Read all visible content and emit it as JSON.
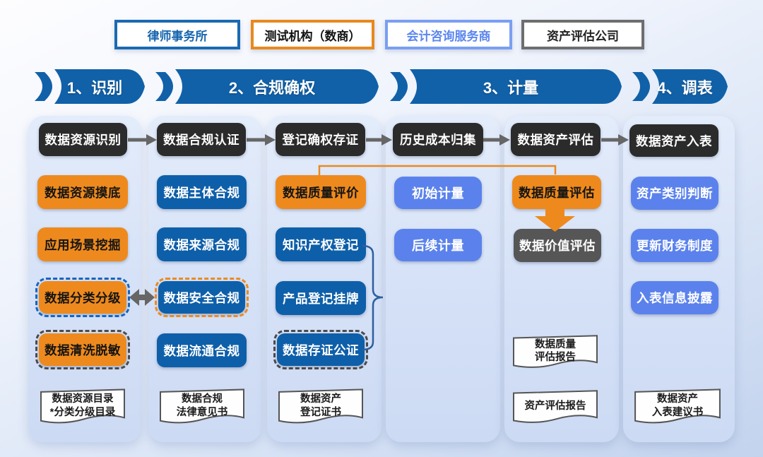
{
  "legend": {
    "items": [
      {
        "label": "律师事务所",
        "role": "law-firm",
        "color": "#1a6ab2"
      },
      {
        "label": "测试机构（数商）",
        "role": "testing-agency",
        "color": "#e8891d"
      },
      {
        "label": "会计咨询服务商",
        "role": "accounting-consulting-provider",
        "color": "#7a9ff2"
      },
      {
        "label": "资产评估公司",
        "role": "asset-appraisal-company",
        "color": "#6e6e6e"
      }
    ]
  },
  "phases": [
    {
      "label": "1、识别"
    },
    {
      "label": "2、合规确权"
    },
    {
      "label": "3、计量"
    },
    {
      "label": "4、调表"
    }
  ],
  "columns": [
    {
      "header": "数据资源识别",
      "items": [
        {
          "label": "数据资源摸底",
          "color_role": "orange"
        },
        {
          "label": "应用场景挖掘",
          "color_role": "orange"
        },
        {
          "label": "数据分类分级",
          "color_role": "orange",
          "border": "dashed-blue"
        },
        {
          "label": "数据清洗脱敏",
          "color_role": "orange",
          "border": "dashed-dark"
        }
      ],
      "docs": [
        {
          "line1": "数据资源目录",
          "line2": "*分类分级目录"
        }
      ]
    },
    {
      "header": "数据合规认证",
      "items": [
        {
          "label": "数据主体合规",
          "color_role": "blue"
        },
        {
          "label": "数据来源合规",
          "color_role": "blue"
        },
        {
          "label": "数据安全合规",
          "color_role": "blue",
          "border": "dashed-orange"
        },
        {
          "label": "数据流通合规",
          "color_role": "blue"
        }
      ],
      "docs": [
        {
          "line1": "数据合规",
          "line2": "法律意见书"
        }
      ]
    },
    {
      "header": "登记确权存证",
      "items": [
        {
          "label": "数据质量评价",
          "color_role": "orange"
        },
        {
          "label": "知识产权登记",
          "color_role": "blue"
        },
        {
          "label": "产品登记挂牌",
          "color_role": "blue"
        },
        {
          "label": "数据存证公证",
          "color_role": "blue",
          "border": "dashed-dark"
        }
      ],
      "docs": [
        {
          "line1": "数据资产",
          "line2": "登记证书"
        }
      ]
    },
    {
      "header": "历史成本归集",
      "items": [
        {
          "label": "初始计量",
          "color_role": "lightblue"
        },
        {
          "label": "后续计量",
          "color_role": "lightblue"
        }
      ],
      "docs": []
    },
    {
      "header": "数据资产评估",
      "items": [
        {
          "label": "数据质量评估",
          "color_role": "orange"
        },
        {
          "label": "数据价值评估",
          "color_role": "gray"
        }
      ],
      "docs": [
        {
          "line1": "数据质量",
          "line2": "评估报告"
        },
        {
          "line1": "资产评估报告",
          "line2": ""
        }
      ]
    },
    {
      "header": "数据资产入表",
      "items": [
        {
          "label": "资产类别判断",
          "color_role": "lightblue"
        },
        {
          "label": "更新财务制度",
          "color_role": "lightblue"
        },
        {
          "label": "入表信息披露",
          "color_role": "lightblue"
        }
      ],
      "docs": [
        {
          "line1": "数据资产",
          "line2": "入表建议书"
        }
      ]
    }
  ],
  "palette": {
    "phase_ribbon": "#1161a9",
    "header_box": "#2b2b2b",
    "orange_box": "#ee8a1d",
    "blue_box": "#0e5fa9",
    "light_blue_box": "#5b82ec",
    "gray_box": "#565656",
    "panel_bg": "#d5e1f7",
    "connector_gray": "#666666",
    "connector_orange": "#ea8a1e",
    "brace_blue": "#2d5f9f"
  }
}
